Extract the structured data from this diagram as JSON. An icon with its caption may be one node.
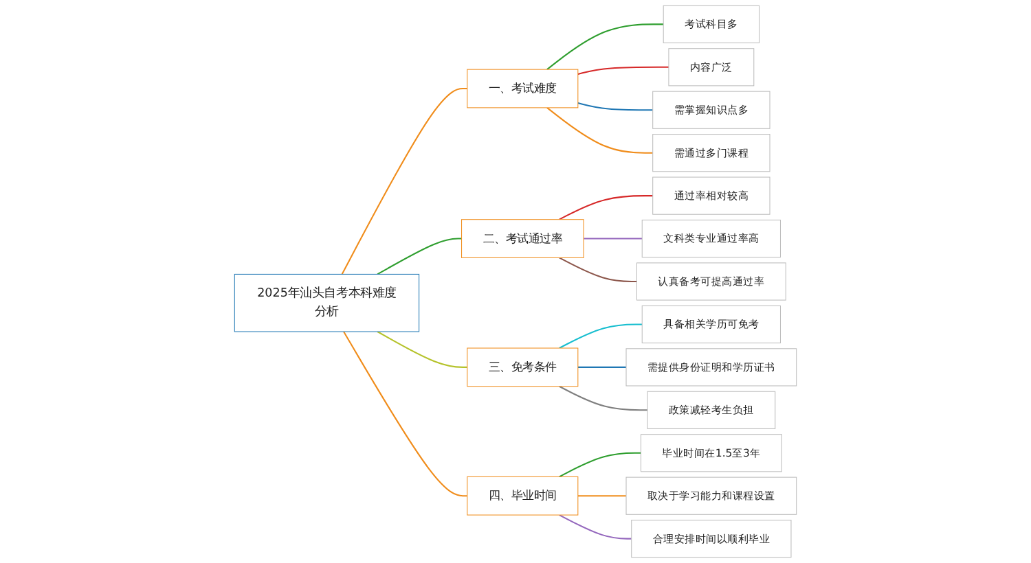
{
  "diagram": {
    "nodes": [
      {
        "text": [
          "2025年汕头自考本科难度分析"
        ]
      },
      {
        "text": [
          "一、考试难度"
        ]
      },
      {
        "text": [
          "考试科目多"
        ]
      },
      {
        "text": [
          "内容广泛"
        ]
      },
      {
        "text": [
          "需掌握知识点多"
        ]
      },
      {
        "text": [
          "需通过多门课程"
        ]
      },
      {
        "text": [
          "二、考试通过率"
        ]
      },
      {
        "text": [
          "通过率相对较高"
        ]
      },
      {
        "text": [
          "文科类专业通过率高"
        ]
      },
      {
        "text": [
          "认真备考可提高通过率"
        ]
      },
      {
        "text": [
          "三、免考条件"
        ]
      },
      {
        "text": [
          "具备相关学历可免考"
        ]
      },
      {
        "text": [
          "需提供身份证明和学历证书"
        ]
      },
      {
        "text": [
          "政策减轻考生负担"
        ]
      },
      {
        "text": [
          "四、毕业时间"
        ]
      },
      {
        "text": [
          "毕业时间在1.5至3年"
        ]
      },
      {
        "text": [
          "取决于学习能力和课程设置"
        ]
      },
      {
        "text": [
          "合理安排时间以顺利毕业"
        ]
      }
    ],
    "edges": [
      {
        "from": 0,
        "to": 1,
        "arrow": "none",
        "color": "#f08c1a"
      },
      {
        "from": 1,
        "to": 2,
        "arrow": "none",
        "color": "#2e9e2e"
      },
      {
        "from": 1,
        "to": 3,
        "arrow": "none",
        "color": "#d62828"
      },
      {
        "from": 1,
        "to": 4,
        "arrow": "none",
        "color": "#1f77b4"
      },
      {
        "from": 1,
        "to": 5,
        "arrow": "none",
        "color": "#f08c1a"
      },
      {
        "from": 0,
        "to": 6,
        "arrow": "none",
        "color": "#2e9e2e"
      },
      {
        "from": 6,
        "to": 7,
        "arrow": "none",
        "color": "#d62828"
      },
      {
        "from": 6,
        "to": 8,
        "arrow": "none",
        "color": "#9467bd"
      },
      {
        "from": 6,
        "to": 9,
        "arrow": "none",
        "color": "#8c564b"
      },
      {
        "from": 0,
        "to": 10,
        "arrow": "none",
        "color": "#b5c22a"
      },
      {
        "from": 10,
        "to": 11,
        "arrow": "none",
        "color": "#17becf"
      },
      {
        "from": 10,
        "to": 12,
        "arrow": "none",
        "color": "#1f77b4"
      },
      {
        "from": 10,
        "to": 13,
        "arrow": "none",
        "color": "#7f7f7f"
      },
      {
        "from": 0,
        "to": 14,
        "arrow": "none",
        "color": "#f08c1a"
      },
      {
        "from": 14,
        "to": 15,
        "arrow": "none",
        "color": "#2e9e2e"
      },
      {
        "from": 14,
        "to": 16,
        "arrow": "none",
        "color": "#f08c1a"
      },
      {
        "from": 14,
        "to": 17,
        "arrow": "none",
        "color": "#9467bd"
      }
    ]
  }
}
